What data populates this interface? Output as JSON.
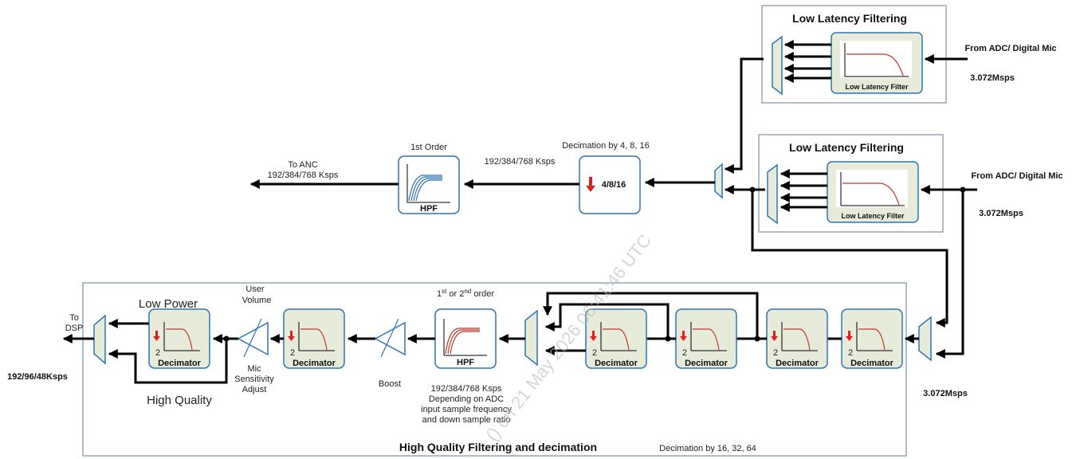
{
  "top_filter": {
    "title": "Low Latency Filtering",
    "filter_label": "Low Latency Filter",
    "source": "From ADC/ Digital Mic",
    "rate": "3.072Msps"
  },
  "mid_filter": {
    "title": "Low Latency Filtering",
    "filter_label": "Low Latency Filter",
    "source": "From ADC/ Digital Mic",
    "rate": "3.072Msps"
  },
  "anc_path": {
    "decimation_title": "Decimation by 4, 8, 16",
    "decimation_value": "4/8/16",
    "rate_label": "192/384/768 Ksps",
    "hpf_order": "1st Order",
    "hpf_label": "HPF",
    "output_line1": "To ANC",
    "output_line2": "192/384/768 Ksps"
  },
  "hq_path": {
    "title": "High Quality Filtering and decimation",
    "decimation_range": "Decimation by 16, 32, 64",
    "input_rate": "3.072Msps",
    "decimator_label": "Decimator",
    "decimator_factor": "2",
    "hpf_order_prefix": "1",
    "hpf_order_sup1": "st",
    "hpf_order_mid": " or 2",
    "hpf_order_sup2": "nd",
    "hpf_order_suffix": " order",
    "hpf_label": "HPF",
    "hpf_note_line1": "192/384/768 Ksps",
    "hpf_note_line2": "Depending on ADC",
    "hpf_note_line3": "input sample frequency",
    "hpf_note_line4": "and down sample ratio",
    "boost_label": "Boost",
    "mic_sens_line1": "Mic",
    "mic_sens_line2": "Sensitivity",
    "mic_sens_line3": "Adjust",
    "user_vol_line1": "User",
    "user_vol_line2": "Volume",
    "low_power_label": "Low Power",
    "high_quality_label": "High Quality",
    "output_line1": "To",
    "output_line2": "DSP",
    "output_rate": "192/96/48Ksps"
  },
  "watermark": "() on 21 May 2026 06:41:46 UTC",
  "colors": {
    "block_fill": "#e6ecd9",
    "block_stroke": "#2e74b5",
    "curve_red": "#c0392b",
    "curve_blue": "#2e74b5",
    "down_arrow": "#e02020"
  }
}
